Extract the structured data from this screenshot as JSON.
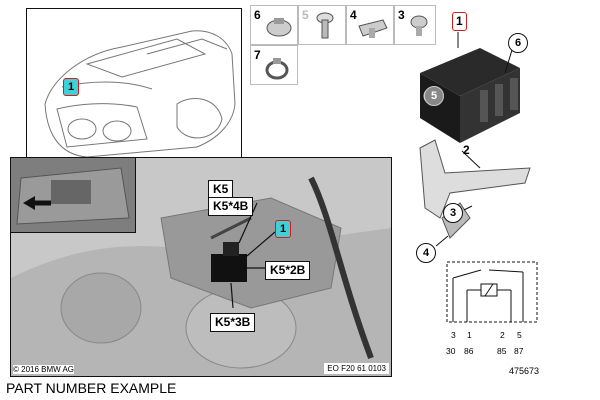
{
  "parts": {
    "tile_6": "6",
    "tile_5": "5",
    "tile_4": "4",
    "tile_3": "3",
    "tile_7": "7",
    "relay_label": "1",
    "callout_6": "6",
    "callout_5": "5",
    "callout_2": "2",
    "callout_3": "3",
    "callout_4": "4"
  },
  "car_view": {
    "marker": "1"
  },
  "engine_view": {
    "labels": [
      "K5",
      "K5*4B",
      "K5*2B",
      "K5*3B"
    ],
    "marker": "1",
    "copyright": "© 2016 BMW AG",
    "ref_code": "EO F20 61 0103"
  },
  "schematic": {
    "pins_top": [
      "3",
      "1",
      "2",
      "5"
    ],
    "pins_bottom": [
      "30",
      "86",
      "85",
      "87"
    ]
  },
  "diagram_id": "475673",
  "caption": "PART NUMBER EXAMPLE",
  "colors": {
    "marker_fill": "#3fd0d8",
    "marker_border": "#d21b1b"
  }
}
